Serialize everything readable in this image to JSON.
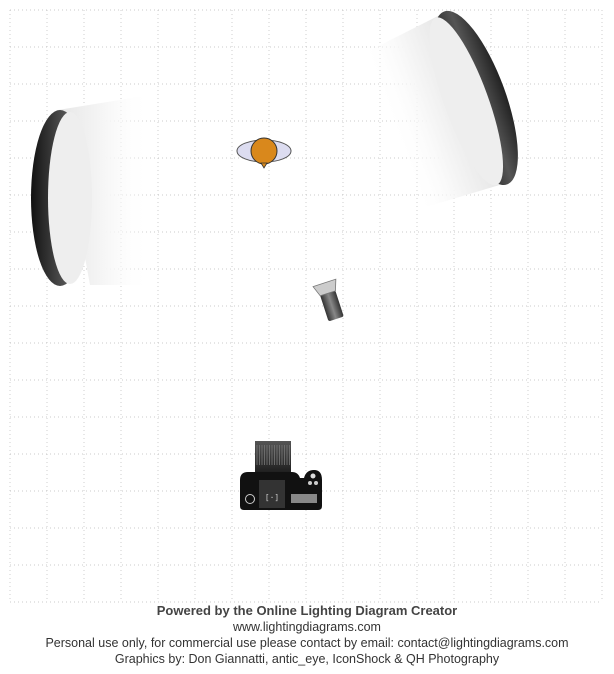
{
  "diagram": {
    "elements": [
      {
        "type": "softbox",
        "label": "left-softbox"
      },
      {
        "type": "softbox",
        "label": "right-softbox"
      },
      {
        "type": "subject",
        "label": "subject"
      },
      {
        "type": "strobe",
        "label": "background-light"
      },
      {
        "type": "camera",
        "label": "camera"
      }
    ],
    "colors": {
      "subject_head": "#d9881c",
      "subject_shoulders": "#dcdcf0",
      "grid": "#bbbbbb"
    }
  },
  "footer": {
    "powered_by": "Powered by the Online Lighting Diagram Creator",
    "website": "www.lightingdiagrams.com",
    "license": "Personal use only, for commercial use please contact by email: contact@lightingdiagrams.com",
    "credits": "Graphics by: Don Giannatti, antic_eye, IconShock & QH Photography"
  }
}
